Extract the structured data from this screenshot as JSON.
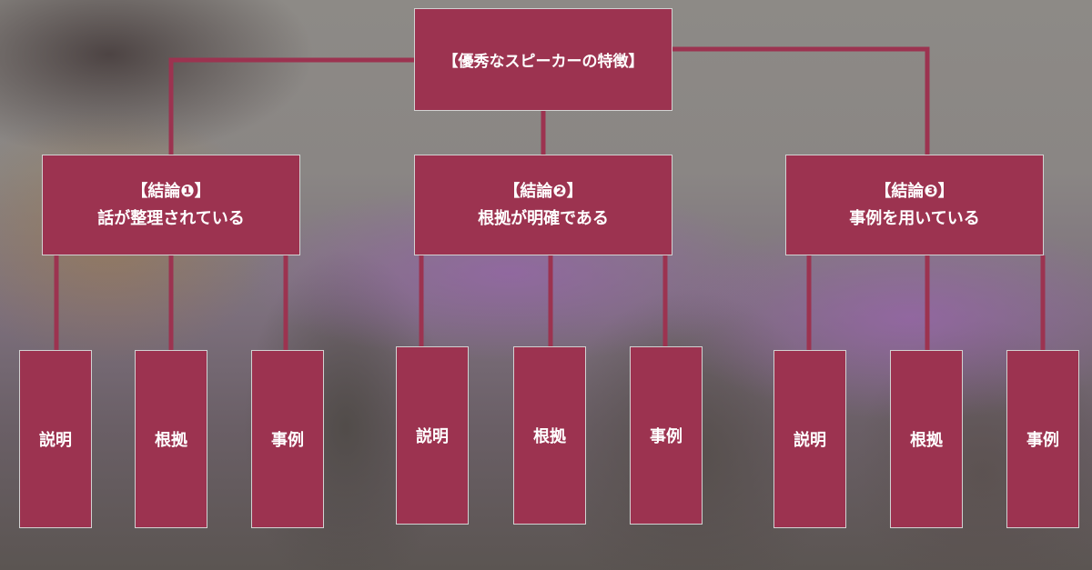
{
  "diagram": {
    "root": {
      "label": "【優秀なスピーカーの特徴】"
    },
    "conclusions": [
      {
        "heading": "【結論❶】",
        "text": "話が整理されている",
        "leaves": [
          "説明",
          "根拠",
          "事例"
        ]
      },
      {
        "heading": "【結論❷】",
        "text": "根拠が明確である",
        "leaves": [
          "説明",
          "根拠",
          "事例"
        ]
      },
      {
        "heading": "【結論❸】",
        "text": "事例を用いている",
        "leaves": [
          "説明",
          "根拠",
          "事例"
        ]
      }
    ],
    "colors": {
      "box": "#9c3350",
      "line": "#9c3350",
      "border": "#d2d2d2"
    }
  }
}
